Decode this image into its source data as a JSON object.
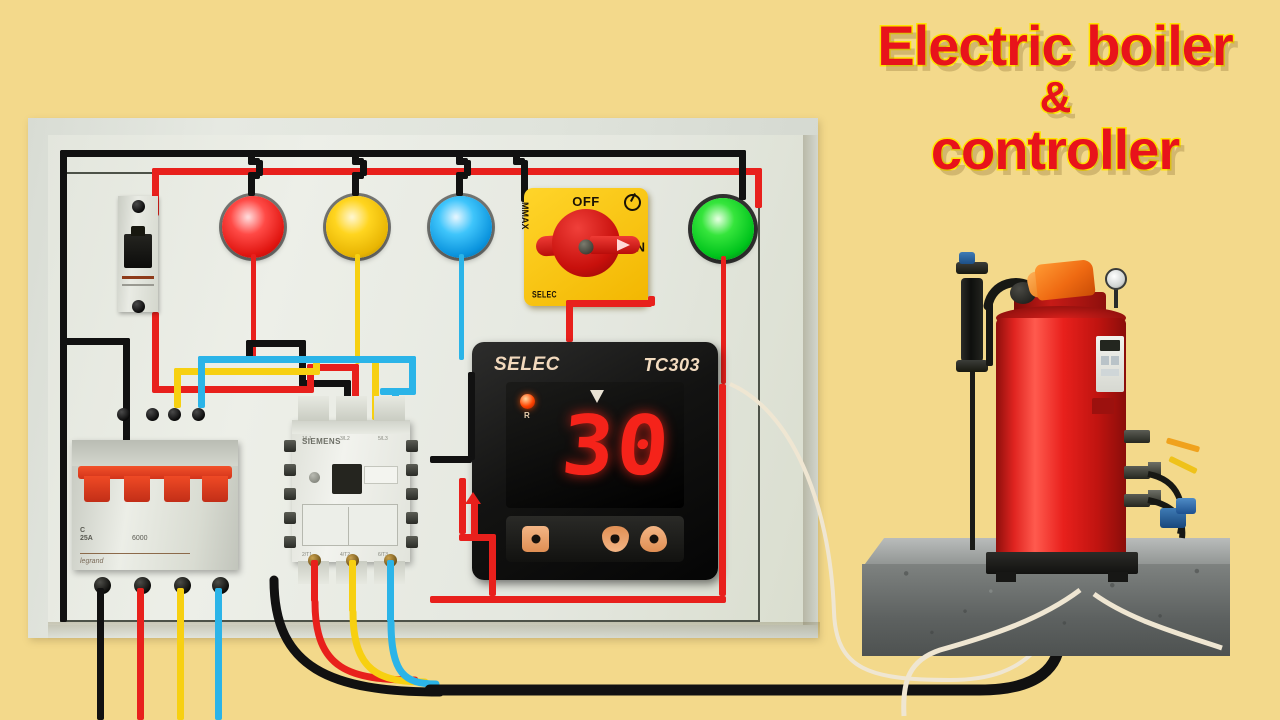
{
  "title": {
    "line1": "Electric boiler",
    "line2": "&",
    "line3": "controller",
    "text_color": "#e8131b",
    "outline_color": "#ffe400"
  },
  "background_color": "#f3d98b",
  "controller": {
    "brand": "SELEC",
    "model": "TC303",
    "display_value": "30",
    "indicator_label": "R",
    "indicator_color": "#ff4400",
    "display_color": "#f5231a",
    "buttons": [
      "set-button",
      "down-button",
      "up-button"
    ]
  },
  "rotary_switch": {
    "off_label": "OFF",
    "on_label": "ON",
    "side_label": "MMAX",
    "brand_label": "SELEC",
    "body_color": "#ffd52a",
    "knob_color": "#e0201c"
  },
  "lamps": [
    {
      "name": "red-indicator-lamp",
      "color": "#e01510"
    },
    {
      "name": "yellow-indicator-lamp",
      "color": "#e8b503"
    },
    {
      "name": "blue-indicator-lamp",
      "color": "#0a93dd"
    },
    {
      "name": "green-indicator-lamp",
      "color": "#00c41c"
    }
  ],
  "mcb_single": {
    "poles": 1,
    "toggle_color": "#17170f"
  },
  "mcb_four_pole": {
    "poles": 4,
    "rating": "25A",
    "curve": "C",
    "code": "6000",
    "brand": "legrand",
    "toggle_color": "#ef4a25"
  },
  "contactor": {
    "brand": "SIEMENS",
    "top_terminals": [
      "1/L1",
      "3/L2",
      "5/L3"
    ],
    "bottom_terminals": [
      "2/T1",
      "4/T2",
      "6/T3"
    ]
  },
  "wire_colors": {
    "live": "#e8201c",
    "neutral": "#2bb4e8",
    "phase2": "#f7d011",
    "earth": "#111111",
    "sensor": "#efe6d2"
  },
  "boiler": {
    "body_color": "#e8201c",
    "burner_color": "#ef6a12",
    "plinth_color": "#7e8280",
    "has_pressure_gauge": true,
    "has_sight_glass": true,
    "has_control_panel": true
  }
}
